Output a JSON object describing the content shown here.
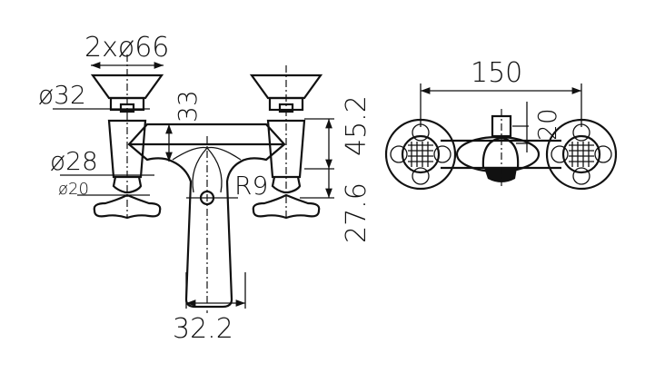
{
  "drawing": {
    "front_view": {
      "handle_diameter": "2xø66",
      "cap_diameter": "ø32",
      "body_diameter": "ø28",
      "thread_diameter": "ø20",
      "body_height": "33",
      "spout_radius": "R9",
      "spout_width": "32.2",
      "height_upper": "45.2",
      "height_lower": "27.6"
    },
    "top_view": {
      "center_distance": "150",
      "offset": "20"
    }
  }
}
